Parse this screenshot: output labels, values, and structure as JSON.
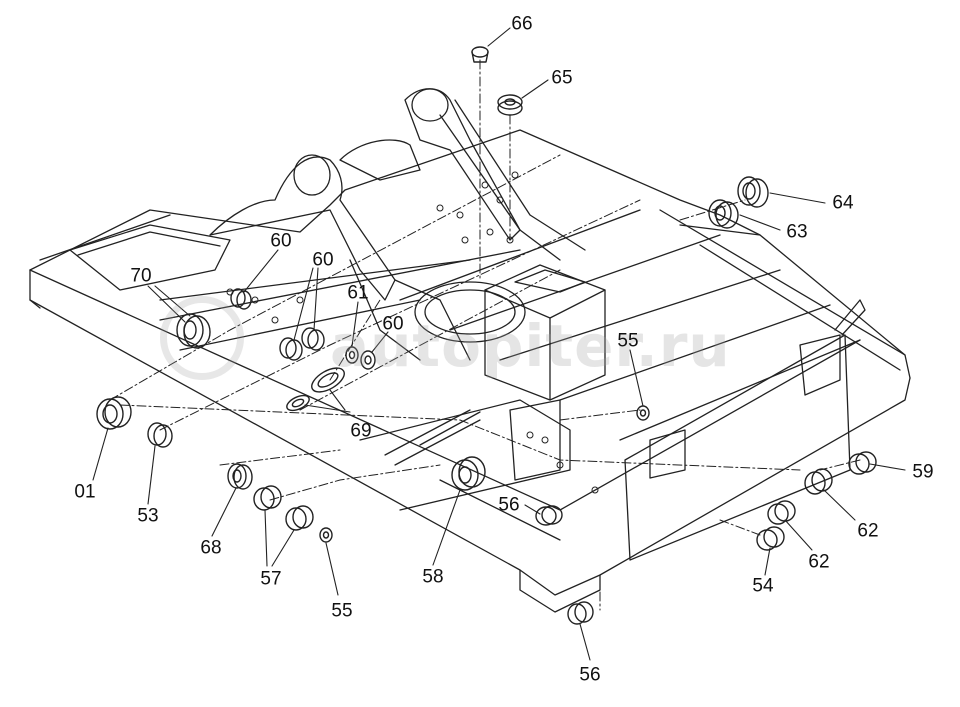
{
  "watermark": {
    "text": "autopiter.ru"
  },
  "callouts": [
    {
      "id": "c66",
      "label": "66"
    },
    {
      "id": "c65",
      "label": "65"
    },
    {
      "id": "c64",
      "label": "64"
    },
    {
      "id": "c63",
      "label": "63"
    },
    {
      "id": "c60a",
      "label": "60"
    },
    {
      "id": "c60b",
      "label": "60"
    },
    {
      "id": "c70",
      "label": "70"
    },
    {
      "id": "c61",
      "label": "61"
    },
    {
      "id": "c60c",
      "label": "60"
    },
    {
      "id": "c55a",
      "label": "55"
    },
    {
      "id": "c69",
      "label": "69"
    },
    {
      "id": "c01",
      "label": "01"
    },
    {
      "id": "c53",
      "label": "53"
    },
    {
      "id": "c68",
      "label": "68"
    },
    {
      "id": "c57",
      "label": "57"
    },
    {
      "id": "c55b",
      "label": "55"
    },
    {
      "id": "c58",
      "label": "58"
    },
    {
      "id": "c56a",
      "label": "56"
    },
    {
      "id": "c56b",
      "label": "56"
    },
    {
      "id": "c59",
      "label": "59"
    },
    {
      "id": "c62a",
      "label": "62"
    },
    {
      "id": "c62b",
      "label": "62"
    },
    {
      "id": "c54",
      "label": "54"
    }
  ]
}
